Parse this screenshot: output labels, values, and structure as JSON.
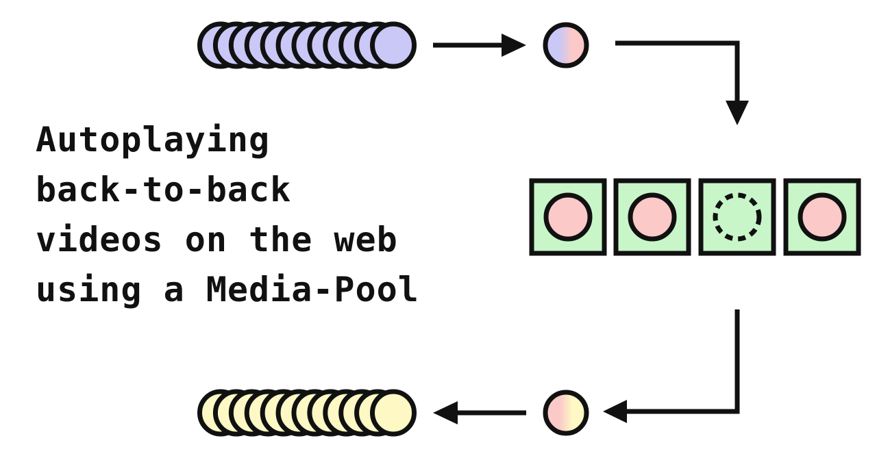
{
  "title": {
    "lines": [
      "Autoplaying",
      "back-to-back",
      "videos on the web",
      "using a Media-Pool"
    ]
  },
  "colors": {
    "incoming_video": "#c9c8f6",
    "outgoing_video": "#fdf8c4",
    "active_video": "#fbc9c8",
    "pool_slot": "#c8f6c9",
    "stroke": "#111111"
  },
  "diagram": {
    "incoming_queue_count": 12,
    "outgoing_queue_count": 12,
    "pool_slot_states": [
      "filled",
      "filled",
      "empty",
      "filled"
    ]
  }
}
